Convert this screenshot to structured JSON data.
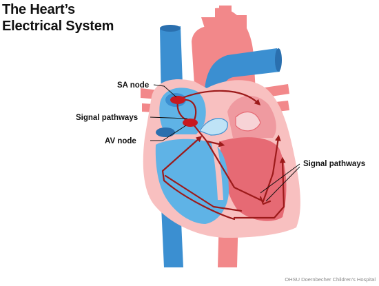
{
  "title": {
    "line1": "The Heart’s",
    "line2": "Electrical System"
  },
  "labels": {
    "sa_node": "SA node",
    "signal_pathways_left": "Signal pathways",
    "av_node": "AV node",
    "signal_pathways_right": "Signal pathways"
  },
  "credit": "OHSU Doernbecher Children’s Hospital",
  "colors": {
    "vein_blue": "#3b8fd1",
    "chamber_blue": "#5fb3e6",
    "artery_pink": "#f2888a",
    "chamber_pink": "#f8c0c0",
    "ventricle_red": "#e66a74",
    "signal_red": "#9c1a1a",
    "node_red": "#c8191f"
  }
}
